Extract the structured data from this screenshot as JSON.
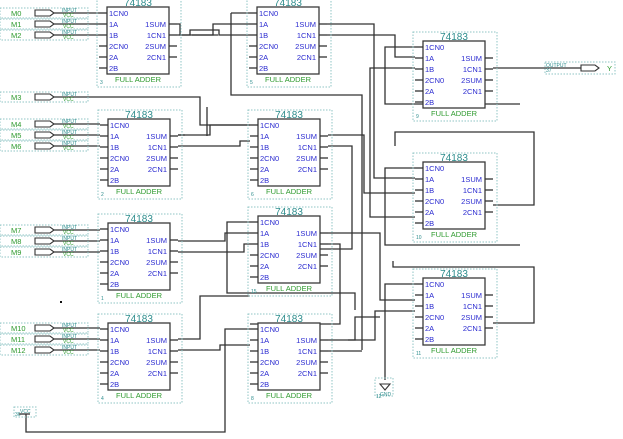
{
  "schematic": {
    "chip_part": "74183",
    "chip_subtitle": "FULL ADDER",
    "pins_left": [
      "1CN0",
      "1A",
      "1B",
      "2CN0",
      "2A",
      "2B"
    ],
    "pins_right": [
      "1SUM",
      "1CN1",
      "2SUM",
      "2CN1"
    ],
    "chips": [
      {
        "id": "u3",
        "ref": "3"
      },
      {
        "id": "u5",
        "ref": "5"
      },
      {
        "id": "u9",
        "ref": "9"
      },
      {
        "id": "u2",
        "ref": "2"
      },
      {
        "id": "u6",
        "ref": "6"
      },
      {
        "id": "u10",
        "ref": "10"
      },
      {
        "id": "u1",
        "ref": "1"
      },
      {
        "id": "u15",
        "ref": "15"
      },
      {
        "id": "u11",
        "ref": "11"
      },
      {
        "id": "u4",
        "ref": "4"
      },
      {
        "id": "u8",
        "ref": "8"
      }
    ],
    "input_type_label": "INPUT",
    "input_default_label": "VCC",
    "inputs": [
      "M0",
      "M1",
      "M2",
      "M3",
      "M4",
      "M5",
      "M6",
      "M7",
      "M8",
      "M9",
      "M10",
      "M11",
      "M12"
    ],
    "output": {
      "type_label": "OUTPUT",
      "ref": "37",
      "name": "Y"
    },
    "gnd": {
      "label": "GND",
      "ref": "12"
    },
    "vcc": {
      "label": "VCC",
      "ref": "36"
    }
  }
}
